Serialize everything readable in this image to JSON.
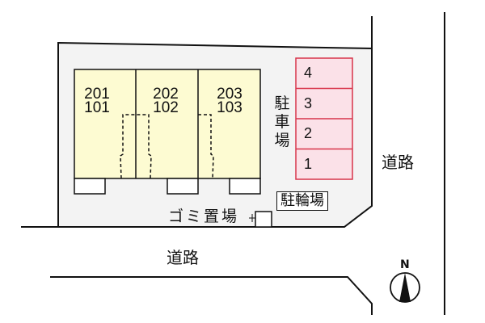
{
  "map": {
    "units": [
      {
        "upper": "201",
        "lower": "101"
      },
      {
        "upper": "202",
        "lower": "102"
      },
      {
        "upper": "203",
        "lower": "103"
      }
    ],
    "parking": {
      "label": [
        "駐",
        "車",
        "場"
      ],
      "spaces": [
        "4",
        "3",
        "2",
        "1"
      ]
    },
    "bicycle_parking_label": "駐輪場",
    "garbage_area_label": "ゴミ置場",
    "road_east_label": "道路",
    "road_south_label": "道路",
    "compass_label": "N",
    "colors": {
      "lot_fill": "#f3f3f3",
      "building_fill": "#fdfbd2",
      "parking_fill": "#fbe1e8",
      "parking_border": "#d8344a",
      "line": "#111111"
    }
  }
}
